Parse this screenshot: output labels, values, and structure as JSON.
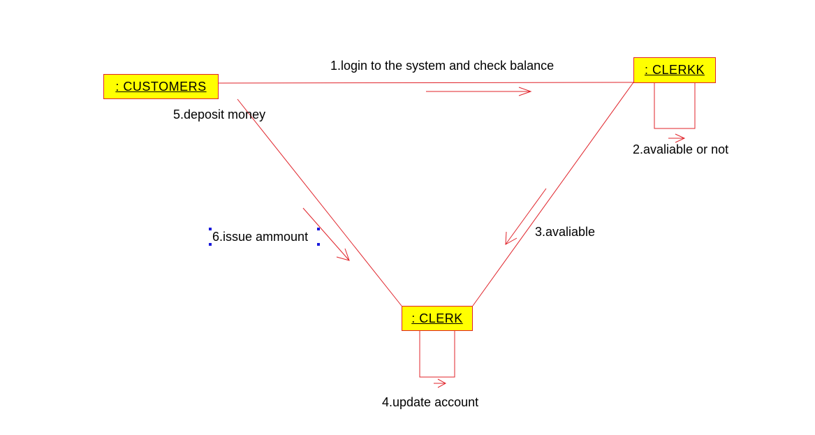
{
  "colors": {
    "background": "#ffffff",
    "object_fill": "#ffff00",
    "line": "#e0232a",
    "text": "#000000",
    "selection": "#1a1adc"
  },
  "objects": {
    "customers": ": CUSTOMERS",
    "clerkk": ": CLERKK",
    "clerk": ": CLERK"
  },
  "messages": {
    "m1": "1.login to the system and check balance",
    "m2": "2.avaliable or not",
    "m3": "3.avaliable",
    "m4": "4.update account",
    "m5": "5.deposit money",
    "m6": "6.issue ammount"
  }
}
